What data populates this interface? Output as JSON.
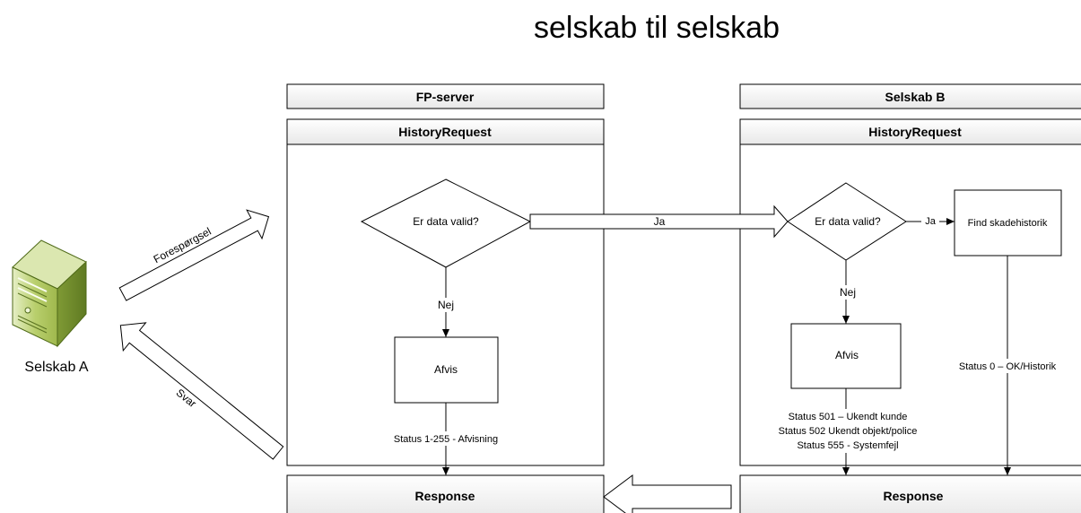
{
  "title": "selskab til selskab",
  "actor": {
    "label": "Selskab A",
    "icon": "server-icon"
  },
  "arrows": {
    "request_label": "Forespørgsel",
    "response_label": "Svar",
    "yes_label": "Ja"
  },
  "fp_server": {
    "lane_title": "FP-server",
    "process_title": "HistoryRequest",
    "decision": "Er data valid?",
    "no_label": "Nej",
    "reject_box": "Afvis",
    "status_label": "Status 1-255 - Afvisning",
    "response_title": "Response"
  },
  "company_b": {
    "lane_title": "Selskab B",
    "process_title": "HistoryRequest",
    "decision": "Er data valid?",
    "yes_label": "Ja",
    "no_label": "Nej",
    "find_box": "Find skadehistorik",
    "reject_box": "Afvis",
    "status_ok": "Status 0 – OK/Historik",
    "status_errors": [
      "Status 501 – Ukendt kunde",
      "Status 502 Ukendt objekt/police",
      "Status 555 - Systemfejl"
    ],
    "response_title": "Response"
  }
}
